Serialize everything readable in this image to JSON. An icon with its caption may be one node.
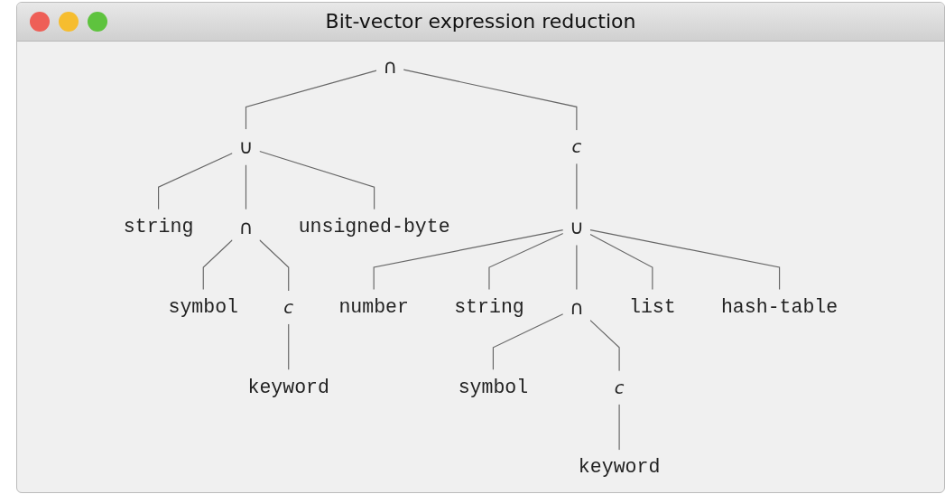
{
  "diagram": {
    "title": "Bit-vector expression reduction",
    "nodes": [
      {
        "text": [
          "∩"
        ]
      },
      {
        "text": [
          "∪"
        ]
      },
      {
        "text": [
          "c"
        ]
      },
      {
        "text": [
          "string"
        ]
      },
      {
        "text": [
          "∩"
        ]
      },
      {
        "text": [
          "unsigned-byte"
        ]
      },
      {
        "text": [
          "∪"
        ]
      },
      {
        "text": [
          "symbol"
        ]
      },
      {
        "text": [
          "c"
        ]
      },
      {
        "text": [
          "number"
        ]
      },
      {
        "text": [
          "string"
        ]
      },
      {
        "text": [
          "∩"
        ]
      },
      {
        "text": [
          "list"
        ]
      },
      {
        "text": [
          "hash-table"
        ]
      },
      {
        "text": [
          "keyword"
        ]
      },
      {
        "text": [
          "symbol"
        ]
      },
      {
        "text": [
          "c"
        ]
      },
      {
        "text": [
          "keyword"
        ]
      }
    ],
    "edges": [
      {
        "from": 0,
        "to": 1,
        "arrow": "none"
      },
      {
        "from": 0,
        "to": 2,
        "arrow": "none"
      },
      {
        "from": 1,
        "to": 3,
        "arrow": "none"
      },
      {
        "from": 1,
        "to": 4,
        "arrow": "none"
      },
      {
        "from": 1,
        "to": 5,
        "arrow": "none"
      },
      {
        "from": 2,
        "to": 6,
        "arrow": "none"
      },
      {
        "from": 4,
        "to": 7,
        "arrow": "none"
      },
      {
        "from": 4,
        "to": 8,
        "arrow": "none"
      },
      {
        "from": 6,
        "to": 9,
        "arrow": "none"
      },
      {
        "from": 6,
        "to": 10,
        "arrow": "none"
      },
      {
        "from": 6,
        "to": 11,
        "arrow": "none"
      },
      {
        "from": 6,
        "to": 12,
        "arrow": "none"
      },
      {
        "from": 6,
        "to": 13,
        "arrow": "none"
      },
      {
        "from": 8,
        "to": 14,
        "arrow": "none"
      },
      {
        "from": 11,
        "to": 15,
        "arrow": "none"
      },
      {
        "from": 11,
        "to": 16,
        "arrow": "none"
      },
      {
        "from": 16,
        "to": 17,
        "arrow": "none"
      }
    ]
  }
}
